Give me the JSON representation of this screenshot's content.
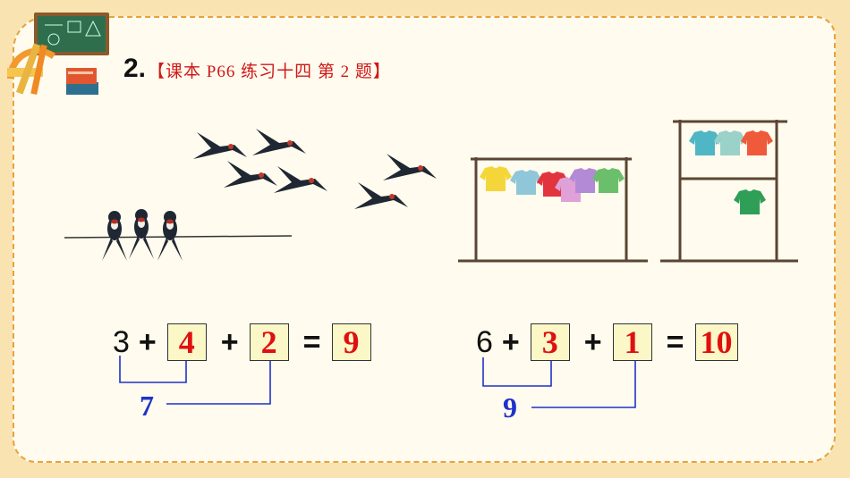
{
  "heading": {
    "number": "2.",
    "reference": "【课本 P66  练习十四  第 2 题】"
  },
  "left_equation": {
    "addend1": "3",
    "plus1": "+",
    "box1": "4",
    "plus2": "+",
    "box2": "2",
    "equals": "=",
    "result": "9",
    "partial_sum": "7"
  },
  "right_equation": {
    "addend1": "6",
    "plus1": "+",
    "box1": "3",
    "plus2": "+",
    "box2": "1",
    "equals": "=",
    "result": "10",
    "partial_sum": "9"
  },
  "colors": {
    "answer_red": "#e01010",
    "sum_blue": "#1f33c8",
    "heading_red": "#d01818",
    "frame_orange": "#e8a23c"
  },
  "icons": [
    "chalkboard-icon",
    "ruler-icon",
    "protractor-icon",
    "book-icon",
    "swallow-icon",
    "shirt-icon",
    "clothes-rack-icon"
  ]
}
